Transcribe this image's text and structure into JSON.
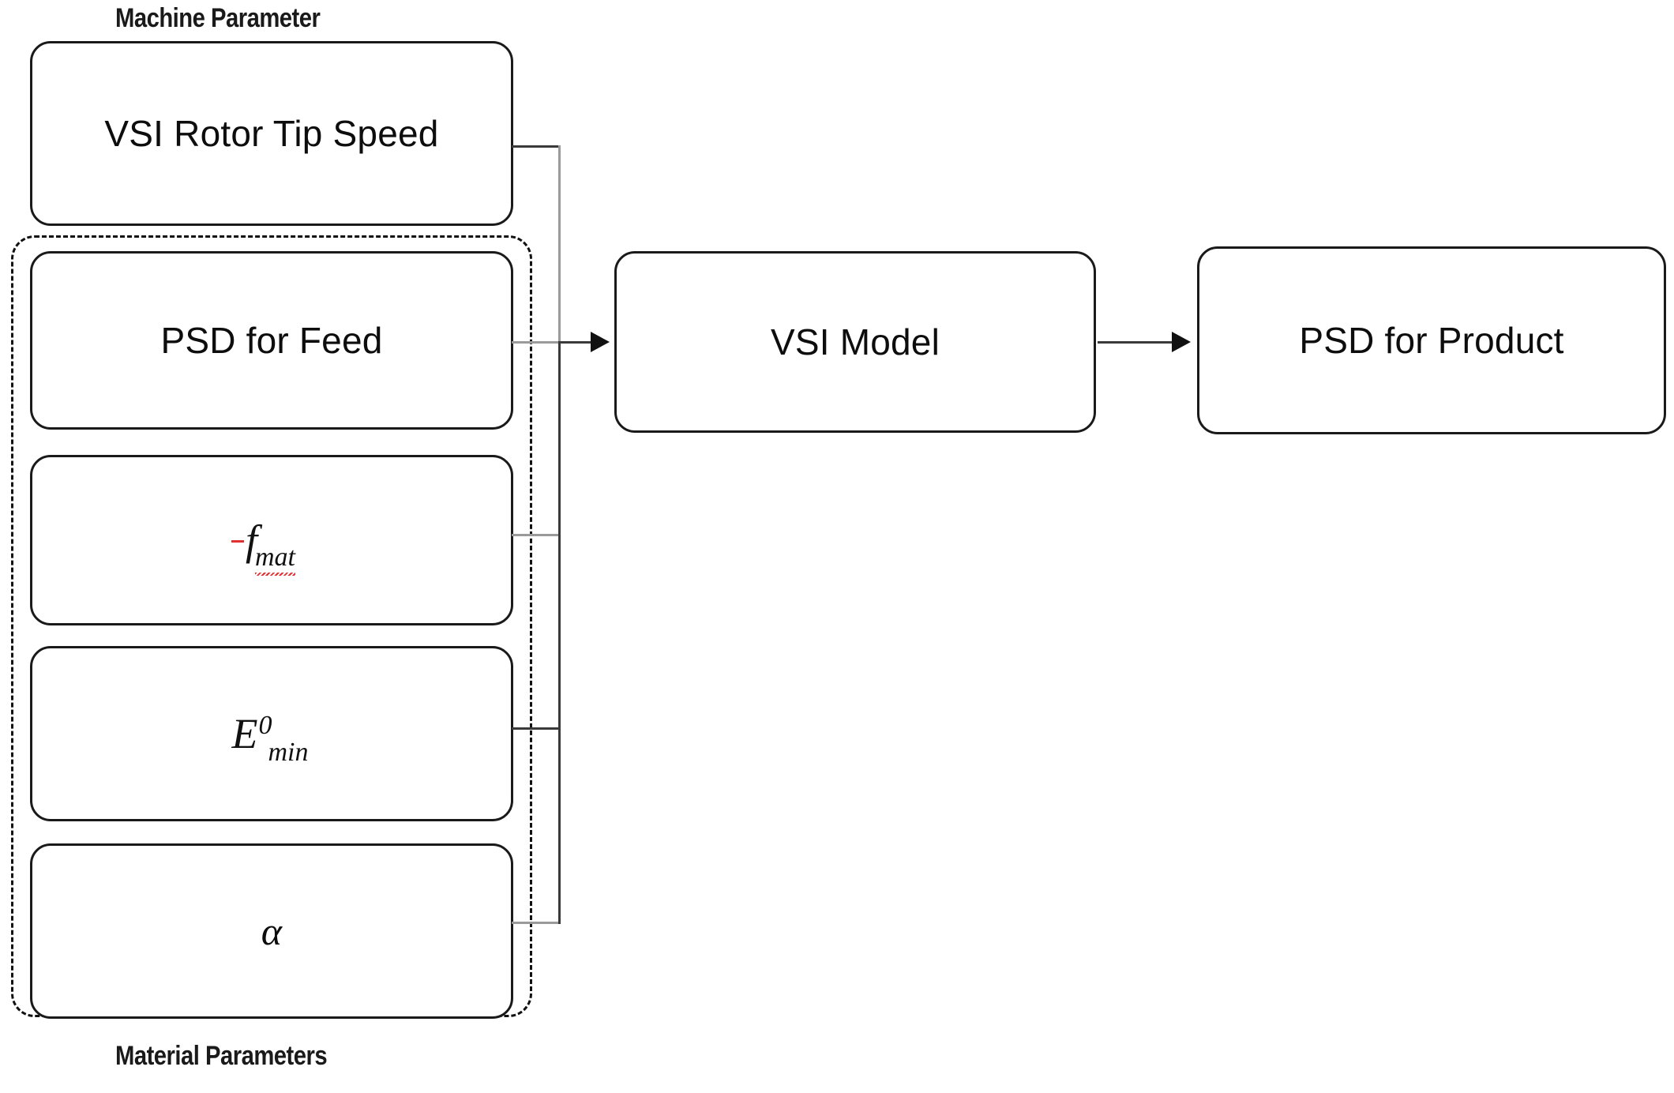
{
  "diagram": {
    "title_top": "Machine Parameter",
    "title_bottom": "Material Parameters",
    "nodes": {
      "rotor_tip_speed": "VSI Rotor Tip Speed",
      "psd_feed": "PSD for Feed",
      "f_mat_base": "f",
      "f_mat_sub": "mat",
      "e_min_base": "E",
      "e_min_sup": "0",
      "e_min_sub": "min",
      "alpha": "α",
      "vsi_model": "VSI Model",
      "psd_product": "PSD for Product"
    },
    "colors": {
      "stroke": "#1a1a1a",
      "connector": "#3a3a3a",
      "connector_light": "#9a9a9a",
      "spellcheck": "#e03030",
      "background": "#ffffff"
    }
  }
}
